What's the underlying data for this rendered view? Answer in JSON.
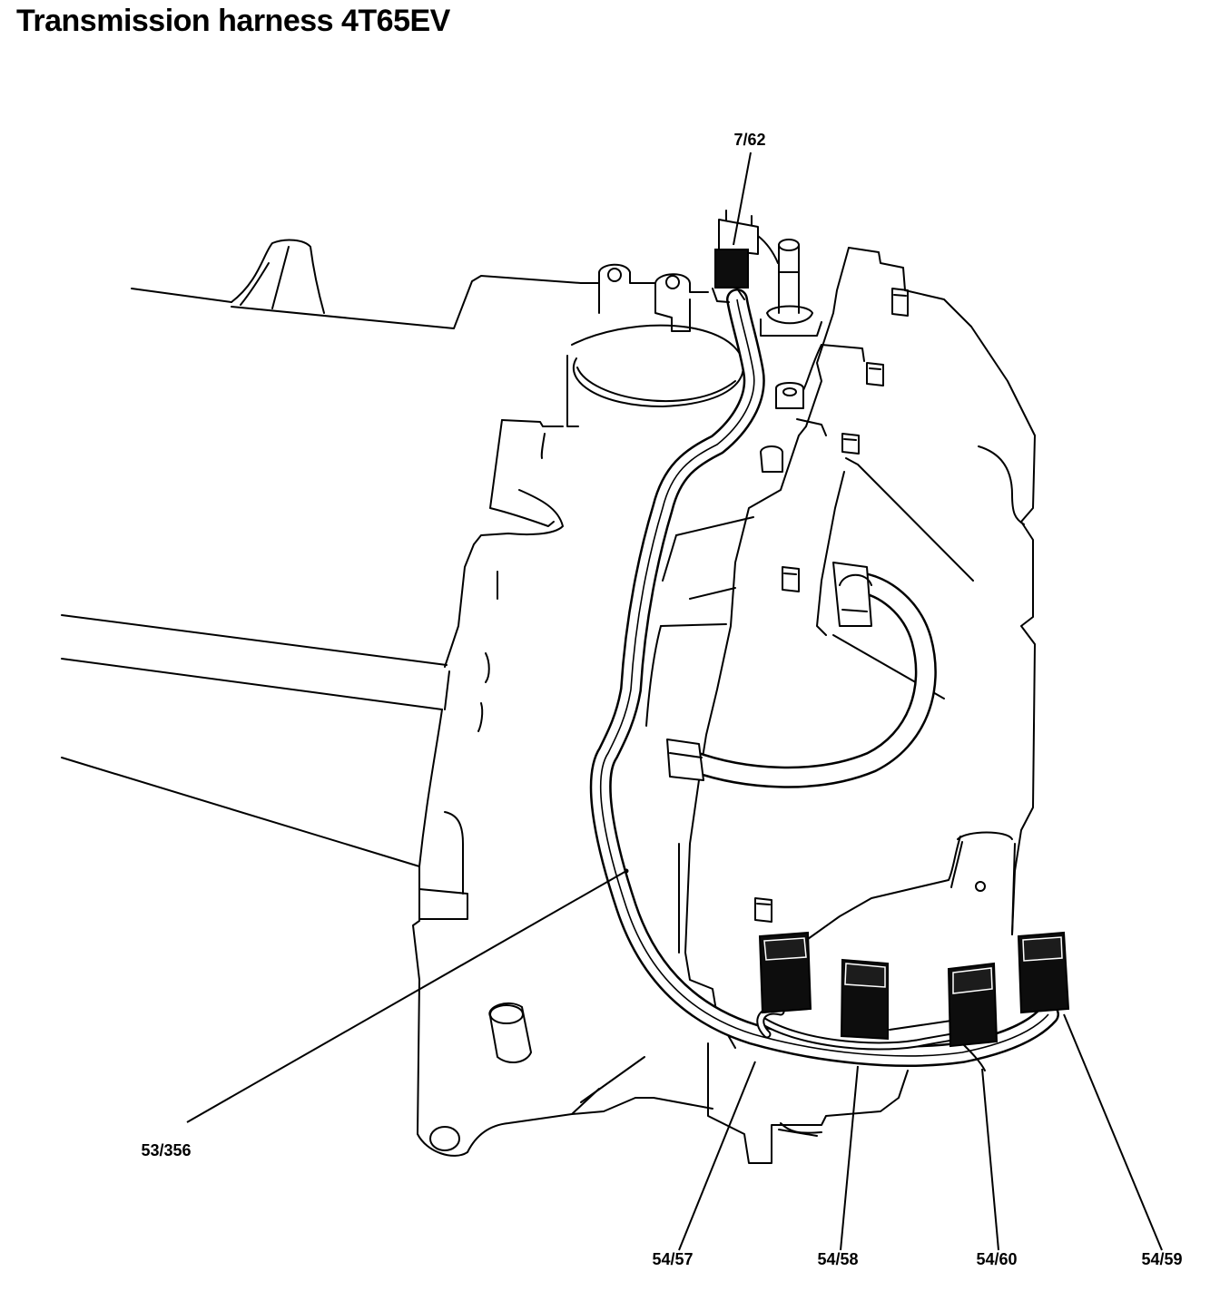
{
  "title": "Transmission harness 4T65EV",
  "callouts": {
    "top_connector": "7/62",
    "harness": "53/356",
    "connector_a": "54/57",
    "connector_b": "54/58",
    "connector_c": "54/60",
    "connector_d": "54/59"
  }
}
